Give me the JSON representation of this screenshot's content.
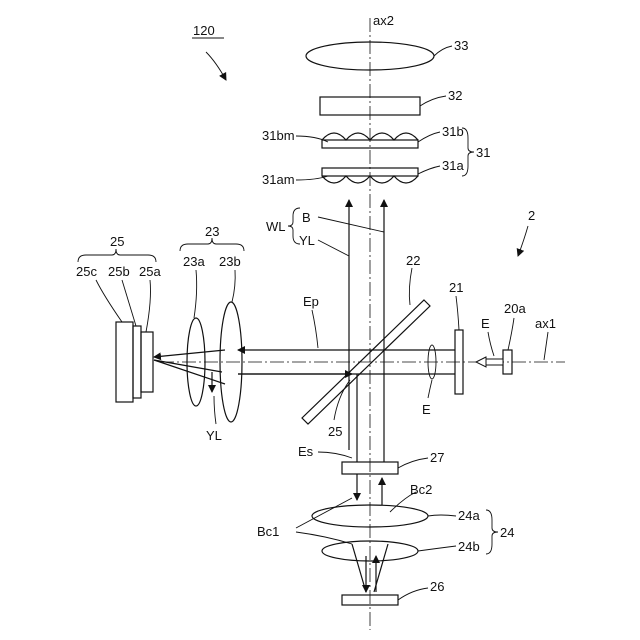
{
  "figure": {
    "ref_main": "120",
    "labels": {
      "ax2": "ax2",
      "ax1": "ax1",
      "n33": "33",
      "n32": "32",
      "n31bm": "31bm",
      "n31b": "31b",
      "n31": "31",
      "n31am": "31am",
      "n31a": "31a",
      "n2": "2",
      "WL": "WL",
      "B": "B",
      "YL": "YL",
      "n22": "22",
      "n21": "21",
      "E_right": "E",
      "n20a": "20a",
      "n25": "25",
      "n25c": "25c",
      "n25b": "25b",
      "n25a": "25a",
      "n23": "23",
      "n23a": "23a",
      "n23b": "23b",
      "Ep": "Ep",
      "YL_bottom": "YL",
      "n25_mid": "25",
      "E_low": "E",
      "Es": "Es",
      "n27": "27",
      "Bc2": "Bc2",
      "n24a": "24a",
      "n24": "24",
      "Bc1": "Bc1",
      "n24b": "24b",
      "n26": "26"
    }
  }
}
